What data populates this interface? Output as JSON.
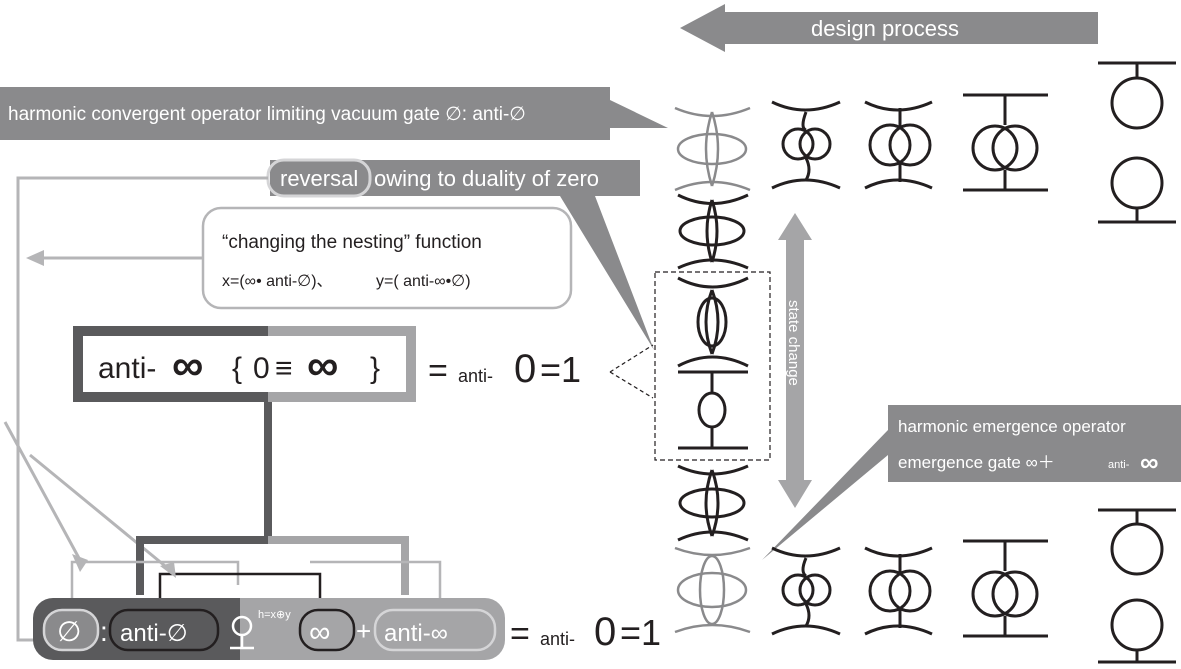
{
  "design_process": "design process",
  "convergent_operator": "harmonic convergent operator limiting vacuum gate ∅: anti-∅",
  "reversal": "reversal",
  "reversal_rest": "owing to duality of zero",
  "nesting_function": "“changing the nesting” function",
  "nesting_formula_x": "x=(∞• anti-∅)、",
  "nesting_formula_y": "y=( anti-∞•∅)",
  "central_formula": {
    "anti": "anti-",
    "inf": "∞",
    "braces_left": "{",
    "zero": "0",
    "equiv": "≡",
    "braces_right": "}"
  },
  "equals_sign": "=",
  "anti_small": "anti-",
  "zero_big": "0",
  "equals_one": "=1",
  "state_change": "state change",
  "emergence_operator_line1": "harmonic emergence operator",
  "emergence_operator_line2": "emergence gate ∞＋",
  "emergence_anti": "anti-",
  "emergence_inf": "∞",
  "bottom_formula": {
    "empty": "∅",
    "colon": ":",
    "anti_empty": "anti-∅",
    "operator_sup": "h=x⊕y",
    "inf": "∞",
    "plus": "+",
    "anti_inf": "anti-∞"
  },
  "colors": {
    "dark_gray": "#5a5a5c",
    "mid_gray": "#8a8a8c",
    "light_gray": "#b5b5b7",
    "black": "#231f20"
  }
}
